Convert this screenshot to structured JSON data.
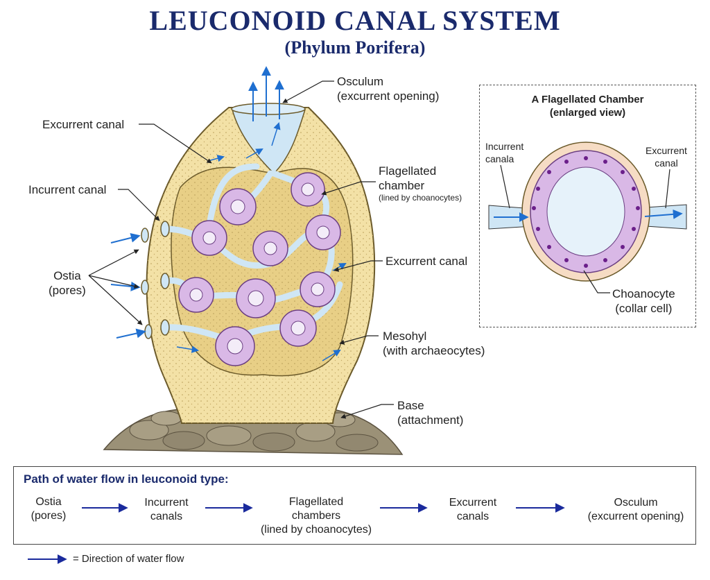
{
  "title": "LEUCONOID CANAL SYSTEM",
  "subtitle": "(Phylum Porifera)",
  "labels": {
    "osculum": "Osculum",
    "osculum_sub": "(excurrent opening)",
    "excurrent_canal_top": "Excurrent canal",
    "incurrent_canal": "Incurrent canal",
    "flagellated_chamber": "Flagellated",
    "flagellated_chamber_2": "chamber",
    "flagellated_chamber_sub": "(lined by choanocytes)",
    "ostia": "Ostia",
    "ostia_sub": "(pores)",
    "excurrent_canal_mid": "Excurrent canal",
    "mesohyl": "Mesohyl",
    "mesohyl_sub": "(with archaeocytes)",
    "base": "Base",
    "base_sub": "(attachment)"
  },
  "inset": {
    "title": "A Flagellated Chamber",
    "title_sub": "(enlarged view)",
    "incurrent": "Incurrent",
    "incurrent_2": "canala",
    "excurrent": "Excurrent",
    "excurrent_2": "canal",
    "choanocyte": "Choanocyte",
    "choanocyte_sub": "(collar cell)"
  },
  "flow": {
    "title": "Path of water flow in leuconoid type:",
    "steps": [
      {
        "line1": "Ostia",
        "line2": "(pores)"
      },
      {
        "line1": "Incurrent",
        "line2": "canals"
      },
      {
        "line1": "Flagellated",
        "line2": "chambers",
        "line3": "(lined by choanocytes)"
      },
      {
        "line1": "Excurrent",
        "line2": "canals"
      },
      {
        "line1": "Osculum",
        "line2": "(excurrent opening)"
      }
    ]
  },
  "legend": "= Direction of water flow",
  "colors": {
    "title": "#1a2a6c",
    "sponge_body": "#f3e1a6",
    "sponge_outline": "#6b5a2a",
    "canal": "#cfe6f5",
    "chamber": "#d9b8e6",
    "flow_arrow": "#1f6fd0",
    "legend_arrow": "#1a2a9c",
    "base_rock": "#9b9177"
  }
}
